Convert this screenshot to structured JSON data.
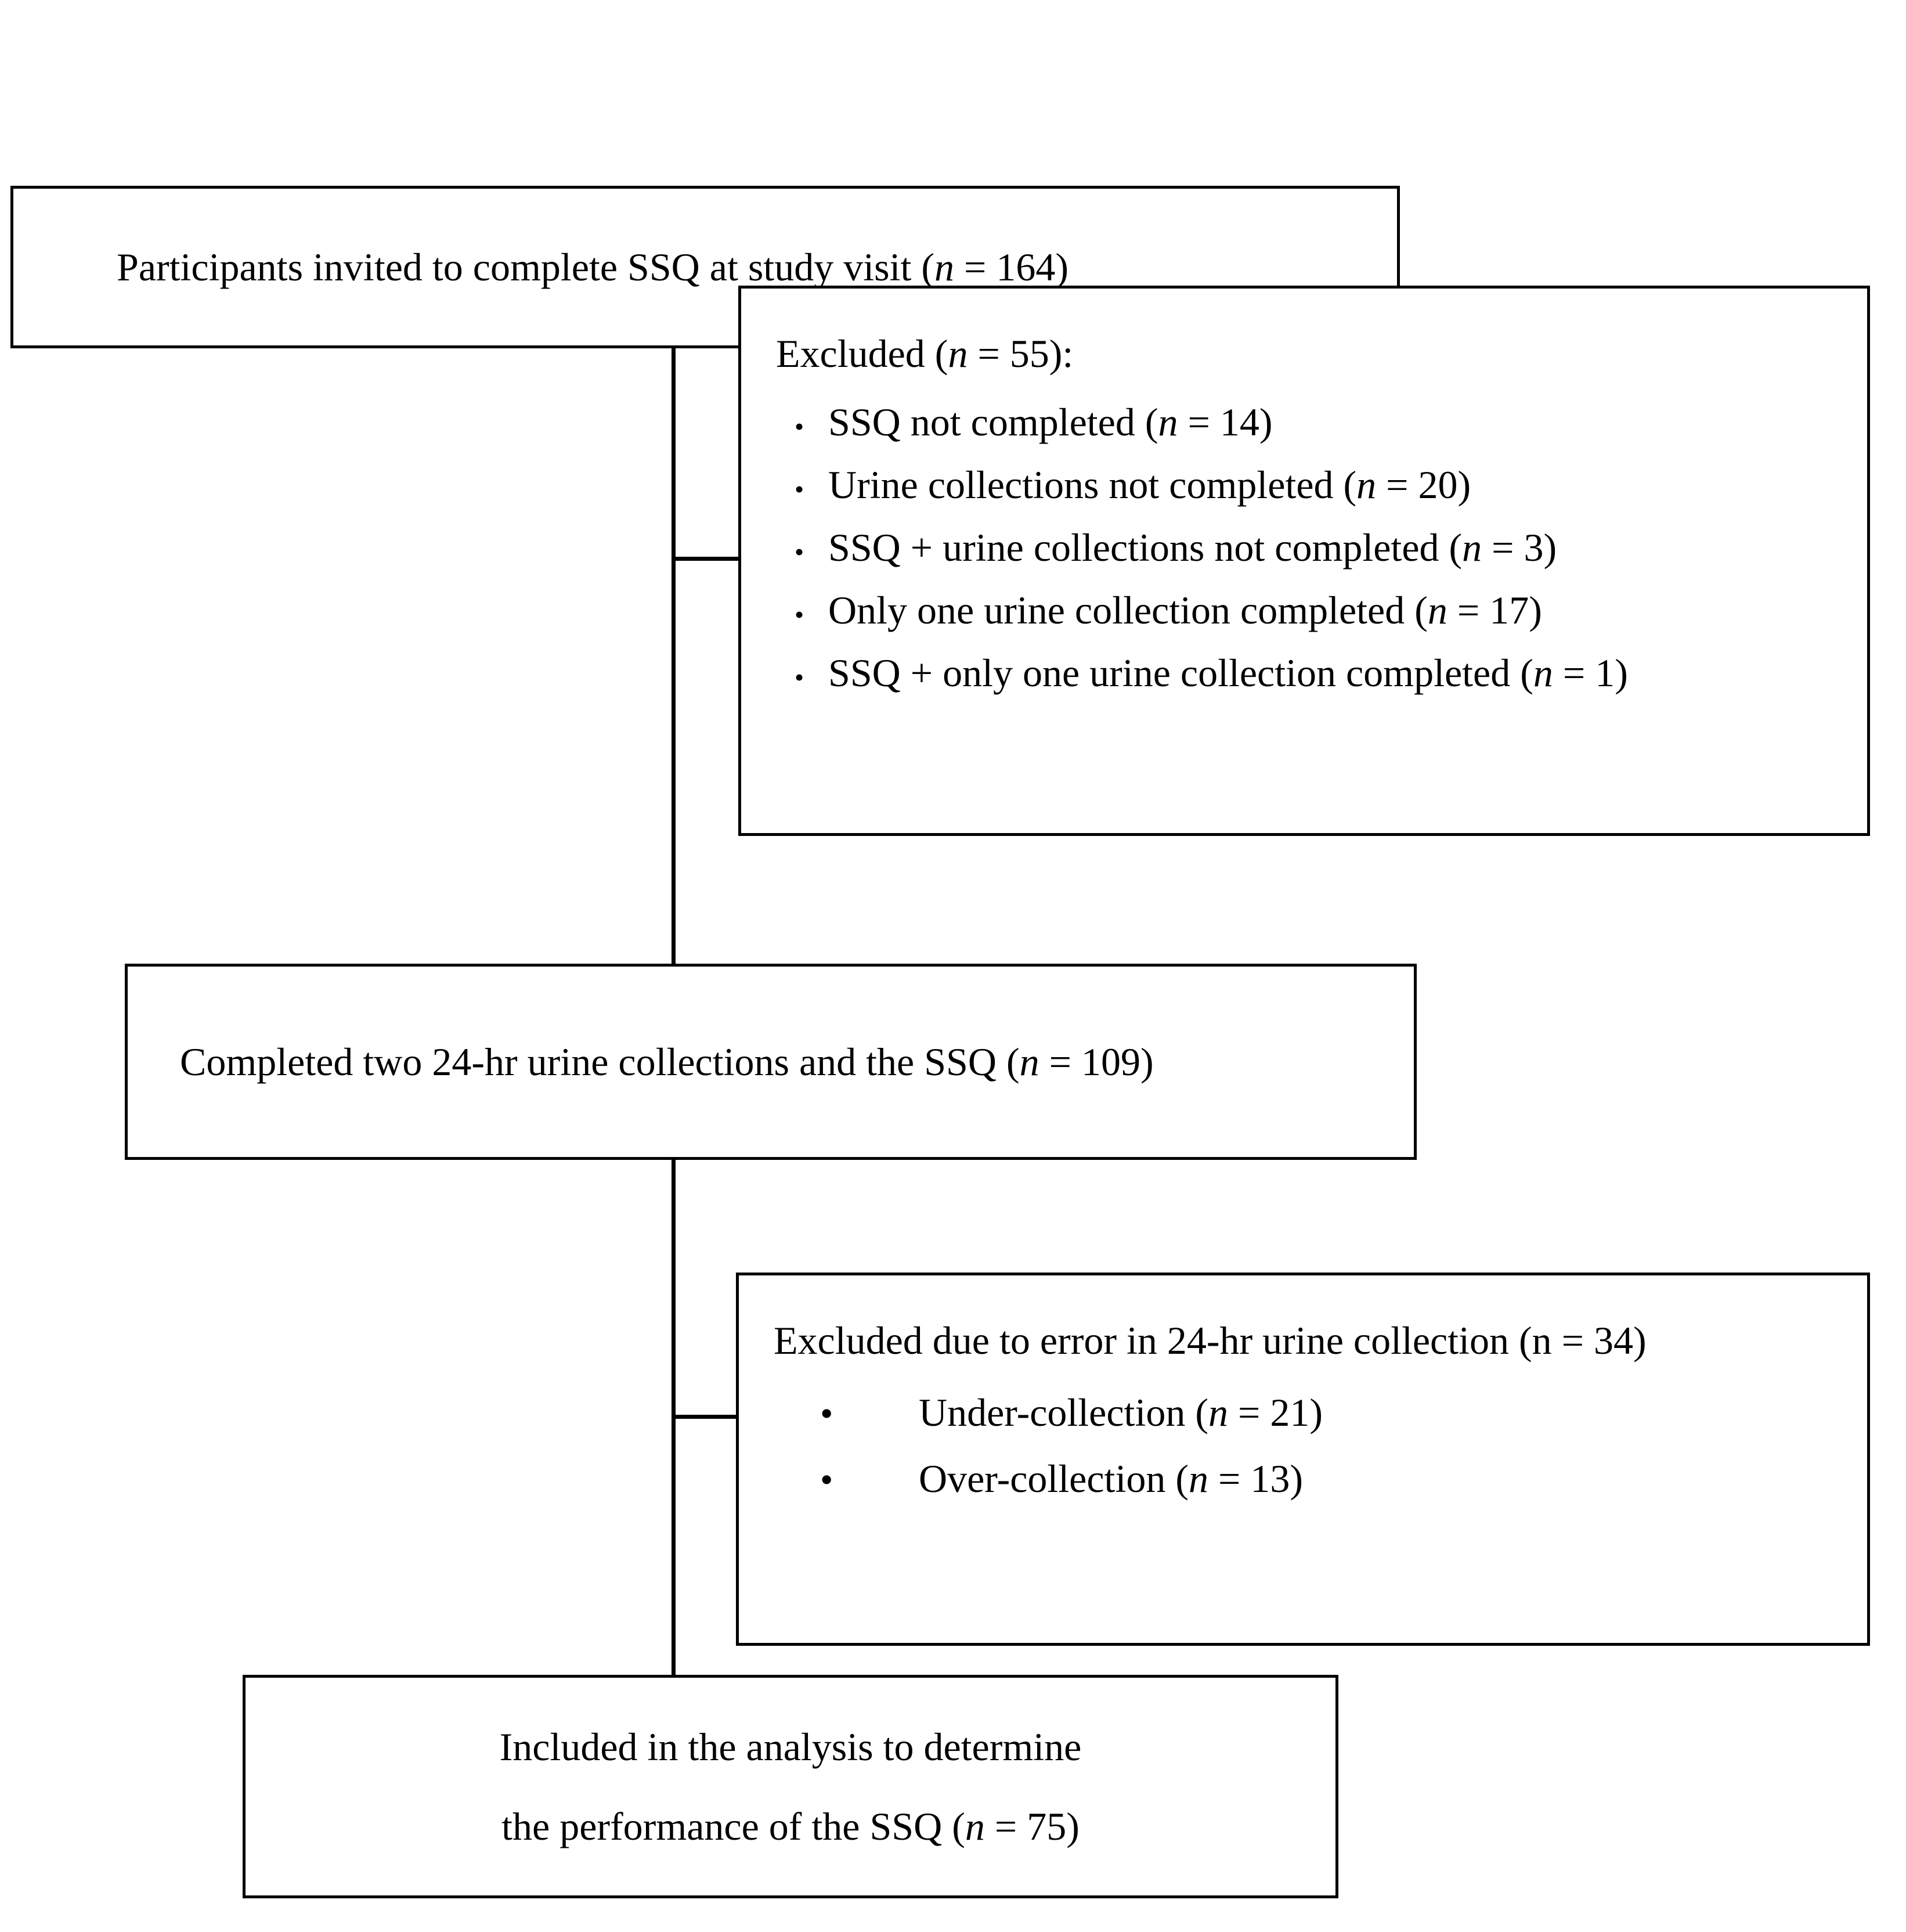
{
  "diagram": {
    "title": "Participant flow diagram",
    "nodes": {
      "start": {
        "text_prefix": "Participants invited to complete SSQ at study visit (",
        "n_symbol": "n",
        "text_suffix": " = 164)"
      },
      "excluded_1": {
        "heading_prefix": "Excluded (",
        "heading_n": "n",
        "heading_suffix": " = 55):",
        "bullet_marker": "•",
        "items": [
          {
            "prefix": "SSQ not completed (",
            "n": "n",
            "suffix": " = 14)"
          },
          {
            "prefix": "Urine collections not completed (",
            "n": "n",
            "suffix": " = 20)"
          },
          {
            "prefix": "SSQ + urine collections not completed (",
            "n": "n",
            "suffix": " = 3)"
          },
          {
            "prefix": "Only one urine collection completed (",
            "n": "n",
            "suffix": " = 17)"
          },
          {
            "prefix": "SSQ + only one urine collection completed (",
            "n": "n",
            "suffix": " = 1)"
          }
        ]
      },
      "completed": {
        "text_prefix": "Completed two 24-hr urine collections and the SSQ (",
        "n_symbol": "n",
        "text_suffix": " = 109)"
      },
      "excluded_2": {
        "heading": "Excluded due to error in 24-hr urine collection (n = 34)",
        "bullet_marker": "•",
        "items": [
          {
            "prefix": "Under-collection (",
            "n": "n",
            "suffix": " = 21)"
          },
          {
            "prefix": "Over-collection (",
            "n": "n",
            "suffix": " = 13)"
          }
        ]
      },
      "included": {
        "line1": "Included in the analysis to determine",
        "line2_prefix": "the performance of the SSQ (",
        "line2_n": "n",
        "line2_suffix": " = 75)"
      }
    },
    "counts": {
      "invited": 164,
      "excluded_stage1_total": 55,
      "ssq_not_completed": 14,
      "urine_not_completed": 20,
      "ssq_and_urine_not_completed": 3,
      "only_one_urine_completed": 17,
      "ssq_and_only_one_urine_completed": 1,
      "completed_both": 109,
      "excluded_stage2_total": 34,
      "under_collection": 21,
      "over_collection": 13,
      "included_final": 75
    },
    "colors": {
      "stroke": "#000000",
      "fill": "#ffffff",
      "text": "#000000"
    }
  }
}
